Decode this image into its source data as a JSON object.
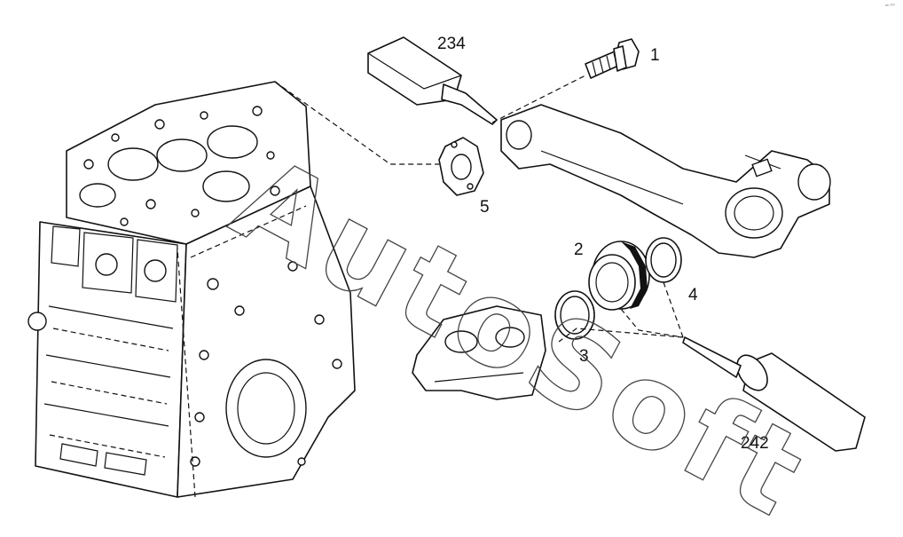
{
  "labels": {
    "part_1": "1",
    "part_2": "2",
    "part_3": "3",
    "part_4": "4",
    "part_5": "5",
    "tool_234": "234",
    "tool_242": "242"
  },
  "watermark": "AutoSoft",
  "corner_mark": "ᵃʰ ⁰⁰⁰"
}
